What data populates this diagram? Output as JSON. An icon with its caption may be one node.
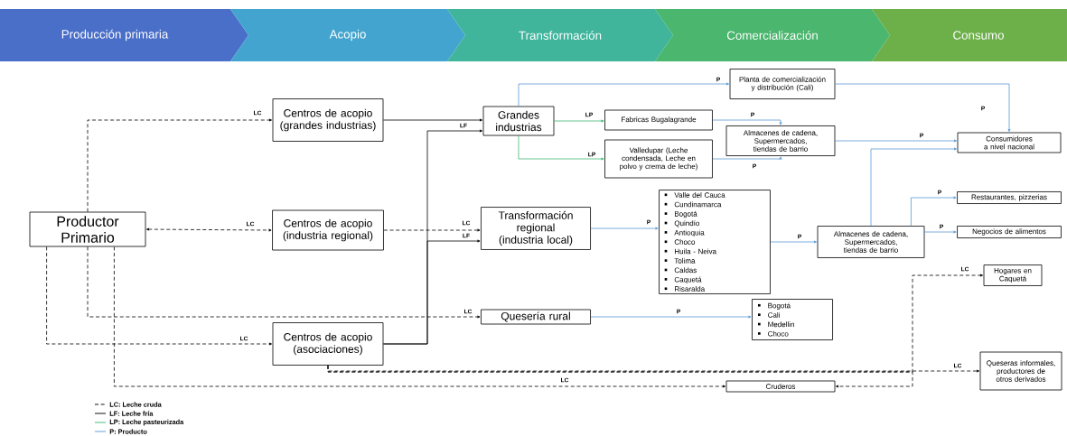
{
  "diagram": {
    "nodes": [
      {
        "text": [
          "Producción primaria"
        ]
      },
      {
        "text": [
          "Acopio"
        ]
      },
      {
        "text": [
          "Transformación"
        ]
      },
      {
        "text": [
          "Comercialización"
        ]
      },
      {
        "text": [
          "Consumo"
        ]
      },
      {
        "text": [
          "Productor Primario"
        ]
      },
      {
        "text": [
          "Centros de acopio (grandes industrias)"
        ]
      },
      {
        "text": [
          "Centros de acopio (industria regional)"
        ]
      },
      {
        "text": [
          "Centros de acopio (asociaciones)"
        ]
      },
      {
        "text": [
          "Grandes industrias"
        ]
      },
      {
        "text": [
          "Transformación regional (industria local)"
        ]
      },
      {
        "text": [
          "Quesería rural"
        ]
      },
      {
        "text": [
          "Planta de comercialización y distribución (Cali)"
        ]
      },
      {
        "text": [
          "Fabricas Bugalagrande"
        ]
      },
      {
        "text": [
          "Valledupar (Leche condensada, Leche en polvo y crema de leche)"
        ]
      },
      {
        "text": [
          "Almacenes de cadena, Supermercados, tiendas de barrio"
        ]
      },
      {
        "text": [
          "Valle del Cauca",
          "Cundinamarca",
          "Bogotá",
          "Quindío",
          "Antioquia",
          "Choco",
          "Huila - Neiva",
          "Tolima",
          "Caldas",
          "Caquetá",
          "Risaralda"
        ]
      },
      {
        "text": [
          "Bogotá",
          "Cali",
          "Medellin",
          "Choco"
        ]
      },
      {
        "text": [
          "Almacenes de cadena, Supermercados, tiendas de barrio"
        ]
      },
      {
        "text": [
          "Consumidores a nivel nacional"
        ]
      },
      {
        "text": [
          "Restaurantes, pizzerias"
        ]
      },
      {
        "text": [
          "Negocios de alimentos"
        ]
      },
      {
        "text": [
          "Hogares en Caquetá"
        ]
      },
      {
        "text": [
          "Queseras informales, productores de otros derivados"
        ]
      },
      {
        "text": [
          "Cruderos"
        ]
      }
    ],
    "edges": [
      {
        "from": 5,
        "to": 6,
        "arrow": "to",
        "label": "LC",
        "style": "dashed",
        "color": "#000000"
      },
      {
        "from": 5,
        "to": 7,
        "arrow": "both",
        "label": "LC",
        "style": "dashed",
        "color": "#000000"
      },
      {
        "from": 7,
        "to": 10,
        "arrow": "to",
        "label": "LC",
        "style": "dashed",
        "color": "#000000"
      },
      {
        "from": 5,
        "to": 11,
        "arrow": "to",
        "label": "LC",
        "style": "dashed",
        "color": "#000000"
      },
      {
        "from": 5,
        "to": 8,
        "arrow": "to",
        "label": "LC",
        "style": "dashed",
        "color": "#000000"
      },
      {
        "from": 5,
        "to": 24,
        "arrow": "to",
        "label": "LC",
        "style": "dashed",
        "color": "#000000"
      },
      {
        "from": 8,
        "to": 22,
        "arrow": "to",
        "label": "LC",
        "style": "dashed",
        "color": "#000000"
      },
      {
        "from": 8,
        "to": 23,
        "arrow": "to",
        "label": "LC",
        "style": "dashed",
        "color": "#000000"
      },
      {
        "from": 8,
        "to": 24,
        "arrow": "to",
        "style": "dashed",
        "color": "#000000"
      },
      {
        "from": 6,
        "to": 9,
        "arrow": "to",
        "color": "#000000"
      },
      {
        "from": 8,
        "to": 9,
        "arrow": "to",
        "label": "LF",
        "color": "#000000"
      },
      {
        "from": 8,
        "to": 10,
        "arrow": "to",
        "label": "LF",
        "color": "#000000"
      },
      {
        "from": 9,
        "to": 12,
        "arrow": "to",
        "label": "P",
        "color": "#5b9bd5"
      },
      {
        "from": 9,
        "to": 13,
        "arrow": "to",
        "label": "LP",
        "color": "#3cb878"
      },
      {
        "from": 9,
        "to": 14,
        "arrow": "to",
        "label": "LP",
        "color": "#3cb878"
      },
      {
        "from": 13,
        "to": 15,
        "arrow": "to",
        "label": "P",
        "color": "#5b9bd5"
      },
      {
        "from": 14,
        "to": 15,
        "arrow": "to",
        "label": "P",
        "color": "#5b9bd5"
      },
      {
        "from": 12,
        "to": 19,
        "arrow": "to",
        "label": "P",
        "color": "#5b9bd5"
      },
      {
        "from": 15,
        "to": 19,
        "arrow": "to",
        "label": "P",
        "color": "#5b9bd5"
      },
      {
        "from": 18,
        "to": 19,
        "arrow": "to",
        "color": "#5b9bd5"
      },
      {
        "from": 10,
        "to": 16,
        "arrow": "to",
        "label": "P",
        "color": "#5b9bd5"
      },
      {
        "from": 16,
        "to": 18,
        "arrow": "to",
        "label": "P",
        "color": "#5b9bd5"
      },
      {
        "from": 18,
        "to": 20,
        "arrow": "to",
        "label": "P",
        "color": "#5b9bd5"
      },
      {
        "from": 18,
        "to": 21,
        "arrow": "to",
        "label": "P",
        "color": "#5b9bd5"
      },
      {
        "from": 11,
        "to": 17,
        "arrow": "to",
        "label": "P",
        "color": "#5b9bd5"
      }
    ],
    "legend": [
      {
        "text": "LC: Leche cruda"
      },
      {
        "text": "LF: Leche fría"
      },
      {
        "text": "LP: Leche pasteurizada"
      },
      {
        "text": "P: Producto"
      }
    ]
  }
}
